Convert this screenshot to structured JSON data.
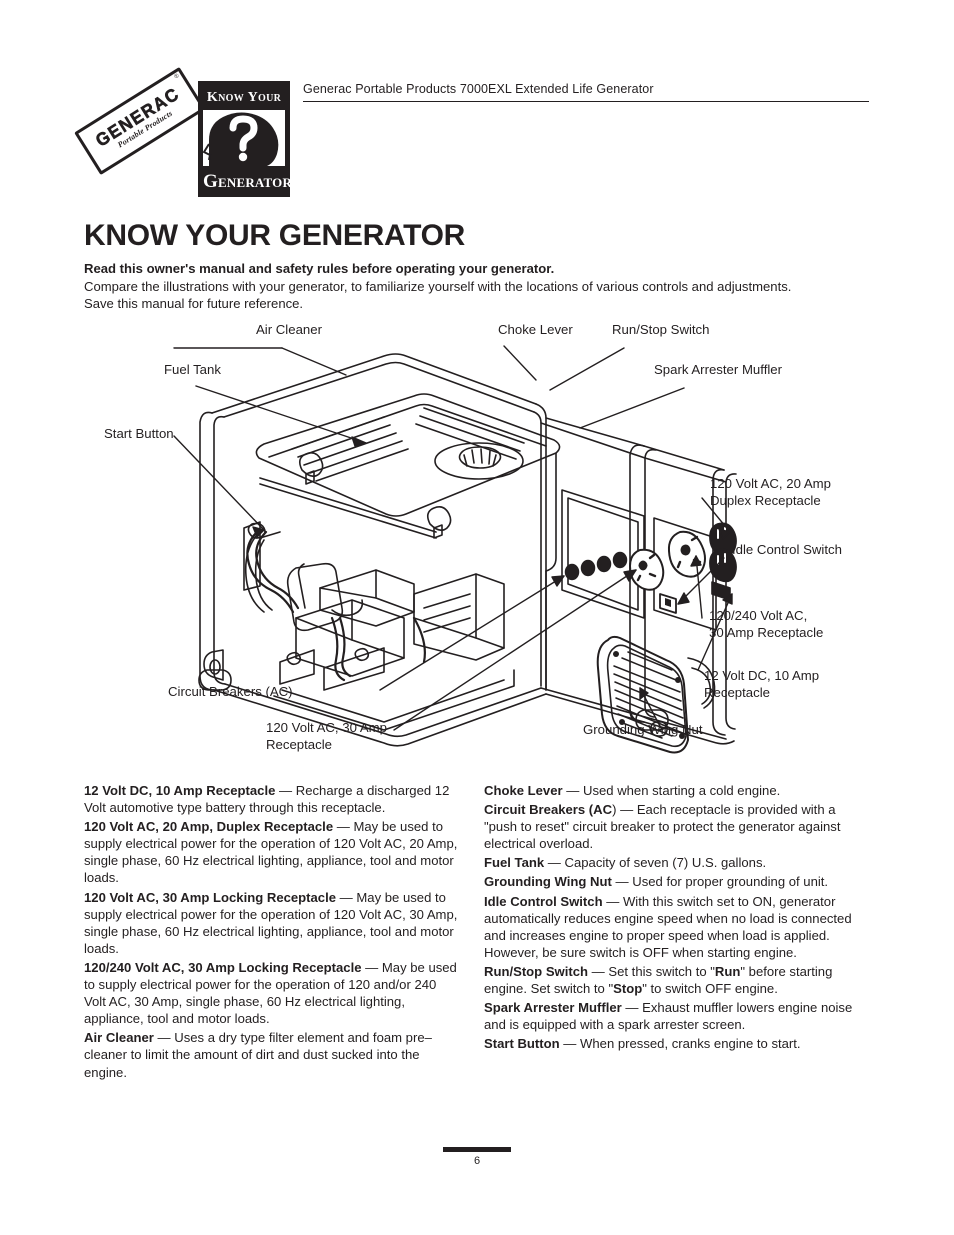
{
  "header": {
    "logo_brand": "GENERAC",
    "logo_sub": "Portable Products",
    "logo_reg": "®",
    "badge_top": "KNOW YOUR",
    "badge_bottom": "GENERATOR",
    "badge_icon": "question-mark-head-icon",
    "title": "Generac Portable Products 7000EXL Extended Life Generator"
  },
  "page_title": "KNOW YOUR GENERATOR",
  "intro": {
    "lead": "Read this owner's manual and safety rules before operating your generator.",
    "body": "Compare the illustrations with your generator, to familiarize yourself with the locations of various controls and adjustments. Save this manual for future reference."
  },
  "figure": {
    "name": "generator-exploded-view-illustration",
    "callouts": [
      {
        "id": "air-cleaner",
        "text": "Air Cleaner"
      },
      {
        "id": "choke-lever",
        "text": "Choke Lever"
      },
      {
        "id": "run-stop-switch",
        "text": "Run/Stop Switch"
      },
      {
        "id": "fuel-tank",
        "text": "Fuel Tank"
      },
      {
        "id": "spark-arrester",
        "text": "Spark Arrester Muffler"
      },
      {
        "id": "start-button",
        "text": "Start Button"
      },
      {
        "id": "duplex-receptacle",
        "text": "120 Volt AC, 20 Amp\nDuplex Receptacle"
      },
      {
        "id": "idle-control",
        "text": "Idle Control Switch"
      },
      {
        "id": "receptacle-120-240",
        "text": "120/240 Volt AC,\n30 Amp Receptacle"
      },
      {
        "id": "receptacle-12vdc",
        "text": "12 Volt DC, 10 Amp\nReceptacle"
      },
      {
        "id": "circuit-breakers",
        "text": "Circuit Breakers (AC)"
      },
      {
        "id": "receptacle-120-30",
        "text": "120 Volt AC, 30 Amp\nReceptacle"
      },
      {
        "id": "grounding-wing-nut",
        "text": "Grounding Wing Nut"
      }
    ]
  },
  "left_column": [
    {
      "term": "12 Volt DC, 10 Amp Receptacle",
      "dash": " — ",
      "desc": "Recharge a discharged 12 Volt automotive type battery through this receptacle."
    },
    {
      "term": "120 Volt AC, 20 Amp, Duplex Receptacle",
      "dash": " — ",
      "desc": "May be used to supply electrical power for the operation of 120 Volt AC, 20 Amp, single phase, 60 Hz electrical lighting, appliance, tool and motor loads."
    },
    {
      "term": "120 Volt AC, 30 Amp Locking Receptacle",
      "dash": " — ",
      "desc": "May be used to supply electrical power for the operation of 120 Volt AC, 30 Amp, single phase, 60 Hz electrical lighting, appliance, tool and motor loads."
    },
    {
      "term": "120/240 Volt AC, 30 Amp Locking Receptacle",
      "dash": " — ",
      "desc": "May be used to supply electrical power for the operation of 120 and/or 240 Volt AC, 30 Amp, single phase, 60 Hz electrical lighting, appliance, tool and motor loads."
    },
    {
      "term": "Air Cleaner",
      "dash": " — ",
      "desc": "Uses a dry type filter element and foam pre–cleaner to limit the amount of dirt and dust sucked into the engine."
    }
  ],
  "right_column": [
    {
      "term": "Choke Lever",
      "dash": " — ",
      "desc": "Used when starting a cold engine."
    },
    {
      "term": "Circuit Breakers (AC",
      "term_tail": ")",
      "dash": " — ",
      "desc": "Each receptacle is provided with a \"push to reset\" circuit breaker to protect the generator against electrical overload."
    },
    {
      "term": "Fuel Tank",
      "dash": " — ",
      "desc": "Capacity of seven (7) U.S. gallons."
    },
    {
      "term": "Grounding Wing Nut",
      "dash": " — ",
      "desc": "Used for proper grounding of unit."
    },
    {
      "term": "Idle Control Switch",
      "dash": " — ",
      "desc": "With this switch set to ON, generator automatically reduces engine speed when no load is connected and increases engine to proper speed when load is applied. However, be sure switch is OFF when starting engine."
    },
    {
      "term": "Run/Stop Switch",
      "dash": " — ",
      "desc_parts": [
        {
          "text": "Set this switch to \"",
          "bold": false
        },
        {
          "text": "Run",
          "bold": true
        },
        {
          "text": "\" before starting engine. Set switch to \"",
          "bold": false
        },
        {
          "text": "Stop",
          "bold": true
        },
        {
          "text": "\" to switch OFF engine.",
          "bold": false
        }
      ]
    },
    {
      "term": "Spark Arrester Muffler",
      "dash": " — ",
      "desc": "Exhaust muffler lowers engine noise and is equipped with a spark arrester screen."
    },
    {
      "term": "Start Button",
      "dash": " — ",
      "desc": "When pressed, cranks engine to start."
    }
  ],
  "footer": {
    "page_number": "6"
  },
  "colors": {
    "ink": "#231f20",
    "paper": "#ffffff"
  }
}
